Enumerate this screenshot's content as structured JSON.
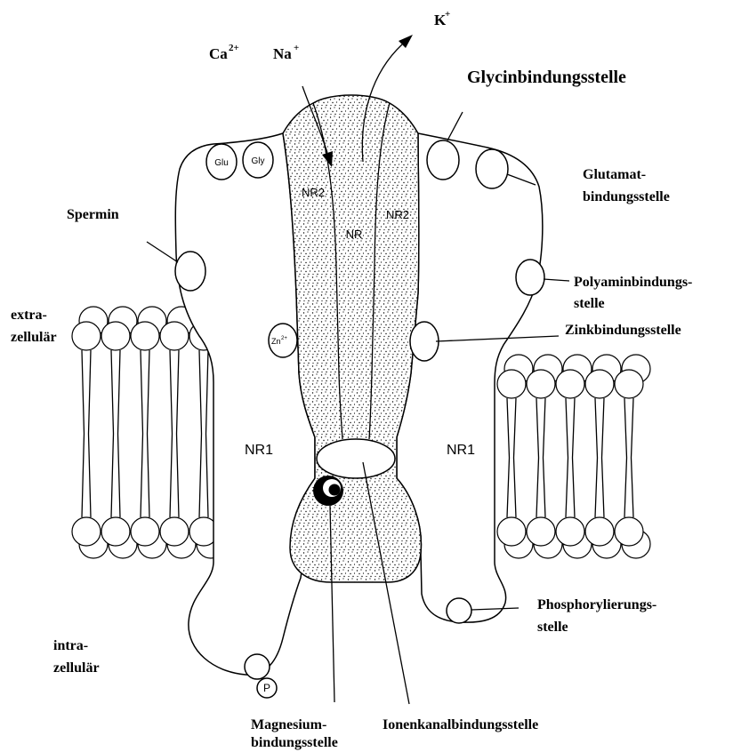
{
  "ions": {
    "k": {
      "symbol": "K",
      "charge": "+"
    },
    "ca": {
      "symbol": "Ca",
      "charge": "2+"
    },
    "na": {
      "symbol": "Na",
      "charge": "+"
    }
  },
  "labels": {
    "glycin": "Glycinbindungsstelle",
    "glutamat_1": "Glutamat-",
    "glutamat_2": "bindungsstelle",
    "spermin": "Spermin",
    "polyamin_1": "Polyaminbindungs-",
    "polyamin_2": "stelle",
    "extra_1": "extra-",
    "extra_2": "zellulär",
    "zink": "Zinkbindungsstelle",
    "intra_1": "intra-",
    "intra_2": "zellulär",
    "phospho_1": "Phosphorylierungs-",
    "phospho_2": "stelle",
    "magnesium_1": "Magnesium-",
    "magnesium_2": "bindungsstelle",
    "ionenkanal": "Ionenkanalbindungsstelle"
  },
  "subunits": {
    "nr2_left": "NR2",
    "nr_center": "NR",
    "nr2_right": "NR2",
    "nr1_left": "NR1",
    "nr1_right": "NR1"
  },
  "sites": {
    "glu": "Glu",
    "gly": "Gly",
    "zn": {
      "symbol": "Zn",
      "charge": "2+"
    },
    "phosphate": "P"
  },
  "colors": {
    "stroke": "#000000",
    "background": "#ffffff"
  }
}
